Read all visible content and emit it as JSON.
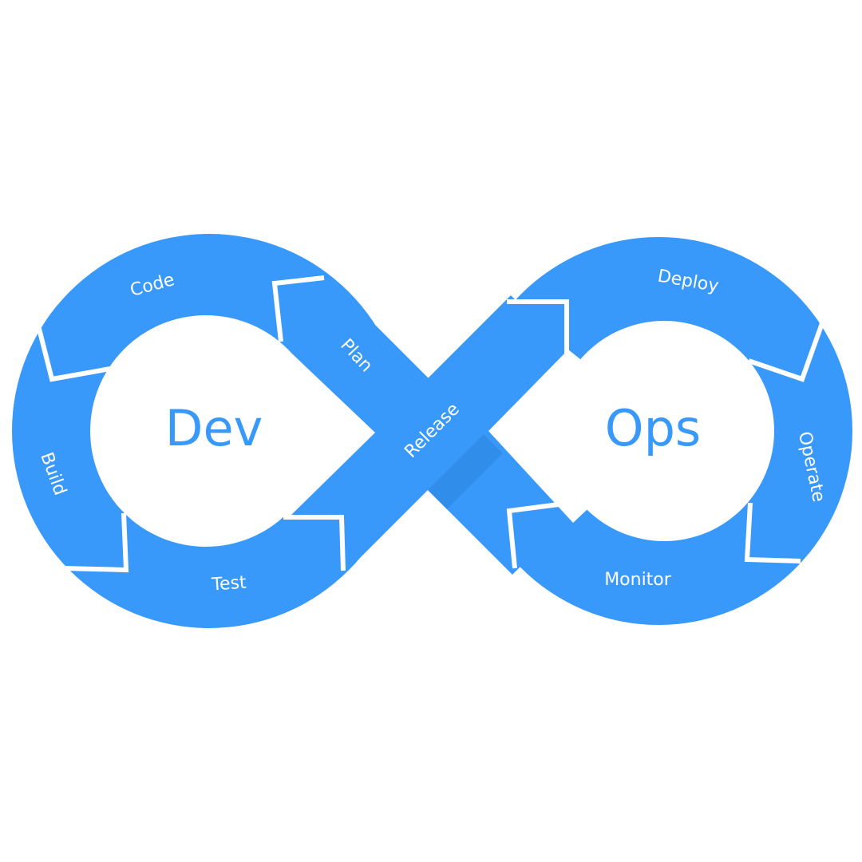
{
  "colors": {
    "primary": "#3999fa",
    "shade": "#2f8ae6",
    "background": "#ffffff"
  },
  "diagram": {
    "left_title": "Dev",
    "right_title": "Ops",
    "stages": [
      "Code",
      "Build",
      "Test",
      "Plan",
      "Release",
      "Deploy",
      "Operate",
      "Monitor"
    ]
  }
}
